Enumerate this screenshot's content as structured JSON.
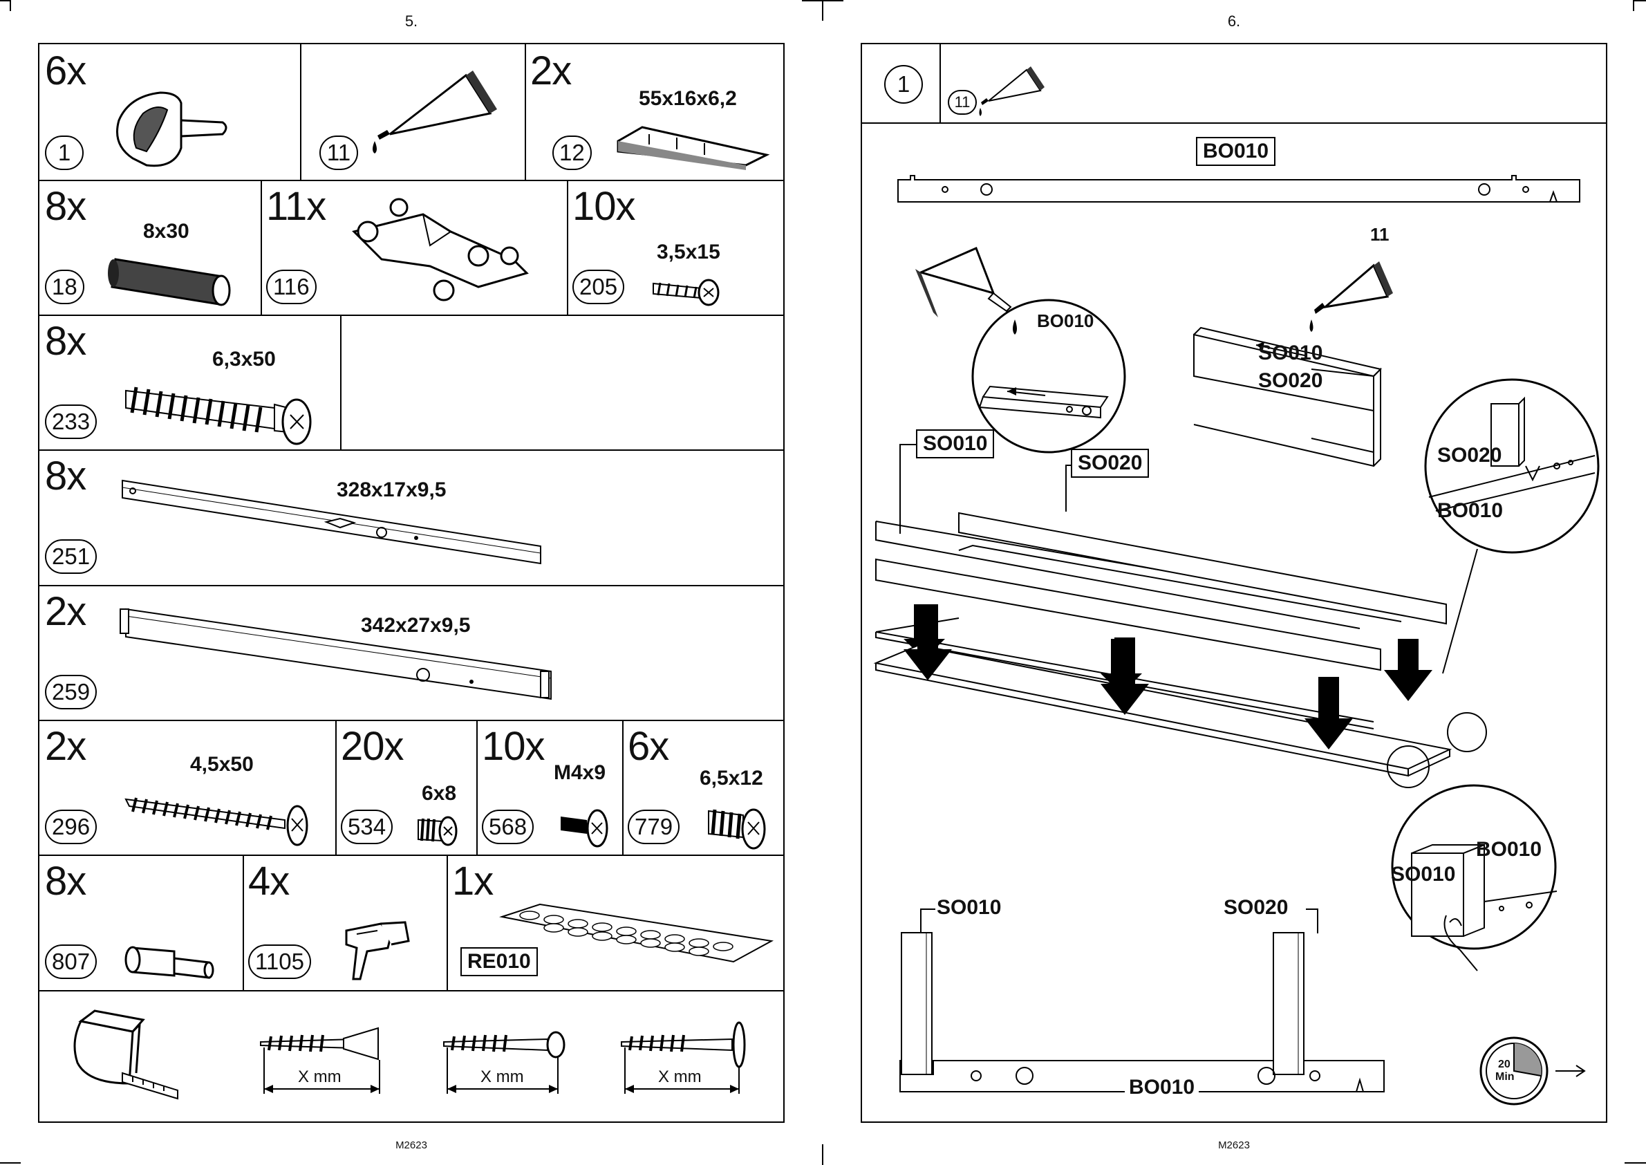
{
  "pages": [
    {
      "number": "5.",
      "footer": "M2623"
    },
    {
      "number": "6.",
      "footer": "M2623"
    }
  ],
  "parts": [
    {
      "qty": "6x",
      "id": "1",
      "dim": "",
      "icon": "cam-lock-icon"
    },
    {
      "qty": "",
      "id": "11",
      "dim": "",
      "icon": "glue-tube-icon"
    },
    {
      "qty": "2x",
      "id": "12",
      "dim": "55x16x6,2",
      "icon": "wedge-icon"
    },
    {
      "qty": "8x",
      "id": "18",
      "dim": "8x30",
      "icon": "wooden-dowel-icon"
    },
    {
      "qty": "11x",
      "id": "116",
      "dim": "",
      "icon": "hinge-icon"
    },
    {
      "qty": "10x",
      "id": "205",
      "dim": "3,5x15",
      "icon": "small-screw-icon"
    },
    {
      "qty": "8x",
      "id": "233",
      "dim": "6,3x50",
      "icon": "connector-screw-icon"
    },
    {
      "qty": "8x",
      "id": "251",
      "dim": "328x17x9,5",
      "icon": "drawer-runner-icon"
    },
    {
      "qty": "2x",
      "id": "259",
      "dim": "342x27x9,5",
      "icon": "drawer-runner-icon"
    },
    {
      "qty": "2x",
      "id": "296",
      "dim": "4,5x50",
      "icon": "long-screw-icon"
    },
    {
      "qty": "20x",
      "id": "534",
      "dim": "6x8",
      "icon": "euro-screw-icon"
    },
    {
      "qty": "10x",
      "id": "568",
      "dim": "M4x9",
      "icon": "bolt-icon"
    },
    {
      "qty": "6x",
      "id": "779",
      "dim": "6,5x12",
      "icon": "euro-screw-icon"
    },
    {
      "qty": "8x",
      "id": "807",
      "dim": "",
      "icon": "shelf-pin-icon"
    },
    {
      "qty": "4x",
      "id": "1105",
      "dim": "",
      "icon": "shelf-support-icon"
    },
    {
      "qty": "1x",
      "id": "RE010",
      "dim": "",
      "icon": "bumper-pads-icon"
    }
  ],
  "measure_row": {
    "labels": [
      "X mm",
      "X mm",
      "X mm"
    ]
  },
  "step": {
    "number": "1",
    "glue_ref": "11",
    "top_panel_label": "BO010",
    "zoom_glue_label": "BO010",
    "glue_tube_ref": "11",
    "strip_labels": [
      "SO010",
      "SO020"
    ],
    "main_labels": [
      "SO010",
      "SO020"
    ],
    "detail_right": [
      "SO020",
      "BO010"
    ],
    "detail_bottom": [
      "BO010",
      "SO010"
    ],
    "final_labels": [
      "SO010",
      "SO020",
      "BO010"
    ],
    "timer": {
      "value": "20",
      "unit": "Min"
    }
  }
}
